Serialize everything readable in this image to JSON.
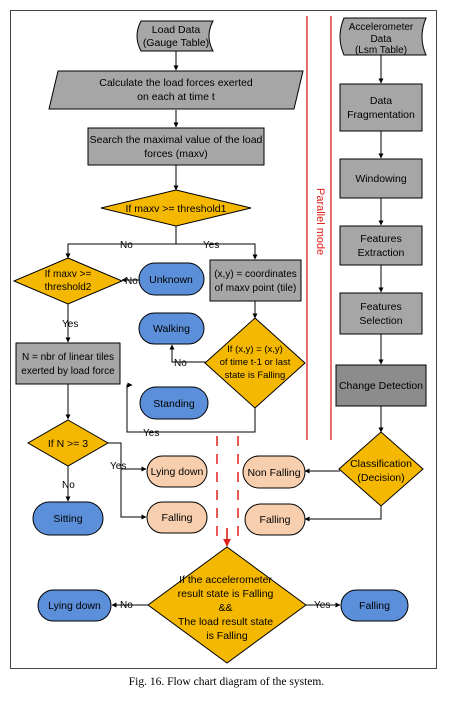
{
  "nodes": {
    "load_data": [
      "Load Data",
      "(Gauge Table)"
    ],
    "calc_forces": [
      "Calculate the load forces exerted",
      "on each at time t"
    ],
    "search_max": [
      "Search the maximal value of the load",
      "forces (maxv)"
    ],
    "if_threshold1": [
      "If maxv >= threshold1"
    ],
    "if_threshold2": [
      "If maxv >=",
      "threshold2"
    ],
    "unknown": [
      "Unknown"
    ],
    "coords": [
      "(x,y) = coordinates",
      "of maxv point (tile)"
    ],
    "walking": [
      "Walking"
    ],
    "n_tiles": [
      "N = nbr of linear tiles",
      "exerted by load force"
    ],
    "if_xy_equal": [
      "If (x,y) = (x,y)",
      "of time t-1 or last",
      "state is Falling"
    ],
    "standing": [
      "Standing"
    ],
    "if_n3": [
      "If N >= 3"
    ],
    "lying_down_left": [
      "Lying down"
    ],
    "sitting": [
      "Sitting"
    ],
    "falling_left": [
      "Falling"
    ],
    "accel_data": [
      "Accelerometer",
      "Data",
      "(Lsm Table)"
    ],
    "data_frag": [
      "Data",
      "Fragmentation"
    ],
    "windowing": [
      "Windowing"
    ],
    "feat_extract": [
      "Features",
      "Extraction"
    ],
    "feat_select": [
      "Features",
      "Selection"
    ],
    "change_detect": [
      "Change Detection"
    ],
    "classification": [
      "Classification",
      "(Decision)"
    ],
    "non_falling": [
      "Non Falling"
    ],
    "falling_right": [
      "Falling"
    ],
    "final_decision": [
      "If the accelerometer",
      "result state is Falling",
      "&&",
      "The load result state",
      "is Falling"
    ],
    "final_lying": [
      "Lying down"
    ],
    "final_falling": [
      "Falling"
    ]
  },
  "edge_labels": {
    "no": "No",
    "yes": "Yes"
  },
  "parallel_mode": "Parallel mode",
  "caption": "Fig. 16.  Flow chart diagram of the system.",
  "colors": {
    "gray_box": "#a6a6a6",
    "gray_dark": "#8c8c8c",
    "decision": "#f5b800",
    "blue_terminal": "#5b8fd9",
    "peach_terminal": "#f8cfae",
    "red_line": "#e0201b",
    "line": "#000000"
  }
}
